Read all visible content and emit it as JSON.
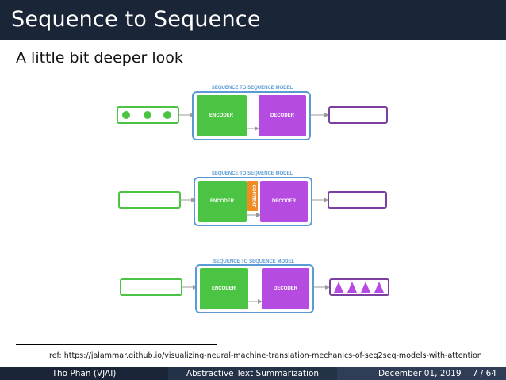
{
  "slide": {
    "title": "Sequence to Sequence",
    "subtitle": "A little bit deeper look"
  },
  "diagrams": {
    "model_label": "SEQUENCE TO SEQUENCE MODEL",
    "encoder_label": "ENCODER",
    "decoder_label": "DECODER",
    "context_label": "CONTEXT",
    "colors": {
      "model_border": "#5b9bd5",
      "encoder": "#4cc443",
      "decoder": "#b54be0",
      "context": "#ef8d22",
      "input_border": "#4cc443",
      "output_border": "#7a3fa0"
    }
  },
  "footnote": {
    "text": "ref:  https://jalammar.github.io/visualizing-neural-machine-translation-mechanics-of-seq2seq-models-with-attention"
  },
  "footer": {
    "author": "Tho Phan  (VJAI)",
    "title": "Abstractive Text Summarization",
    "date": "December 01, 2019",
    "page": "7 / 64"
  }
}
